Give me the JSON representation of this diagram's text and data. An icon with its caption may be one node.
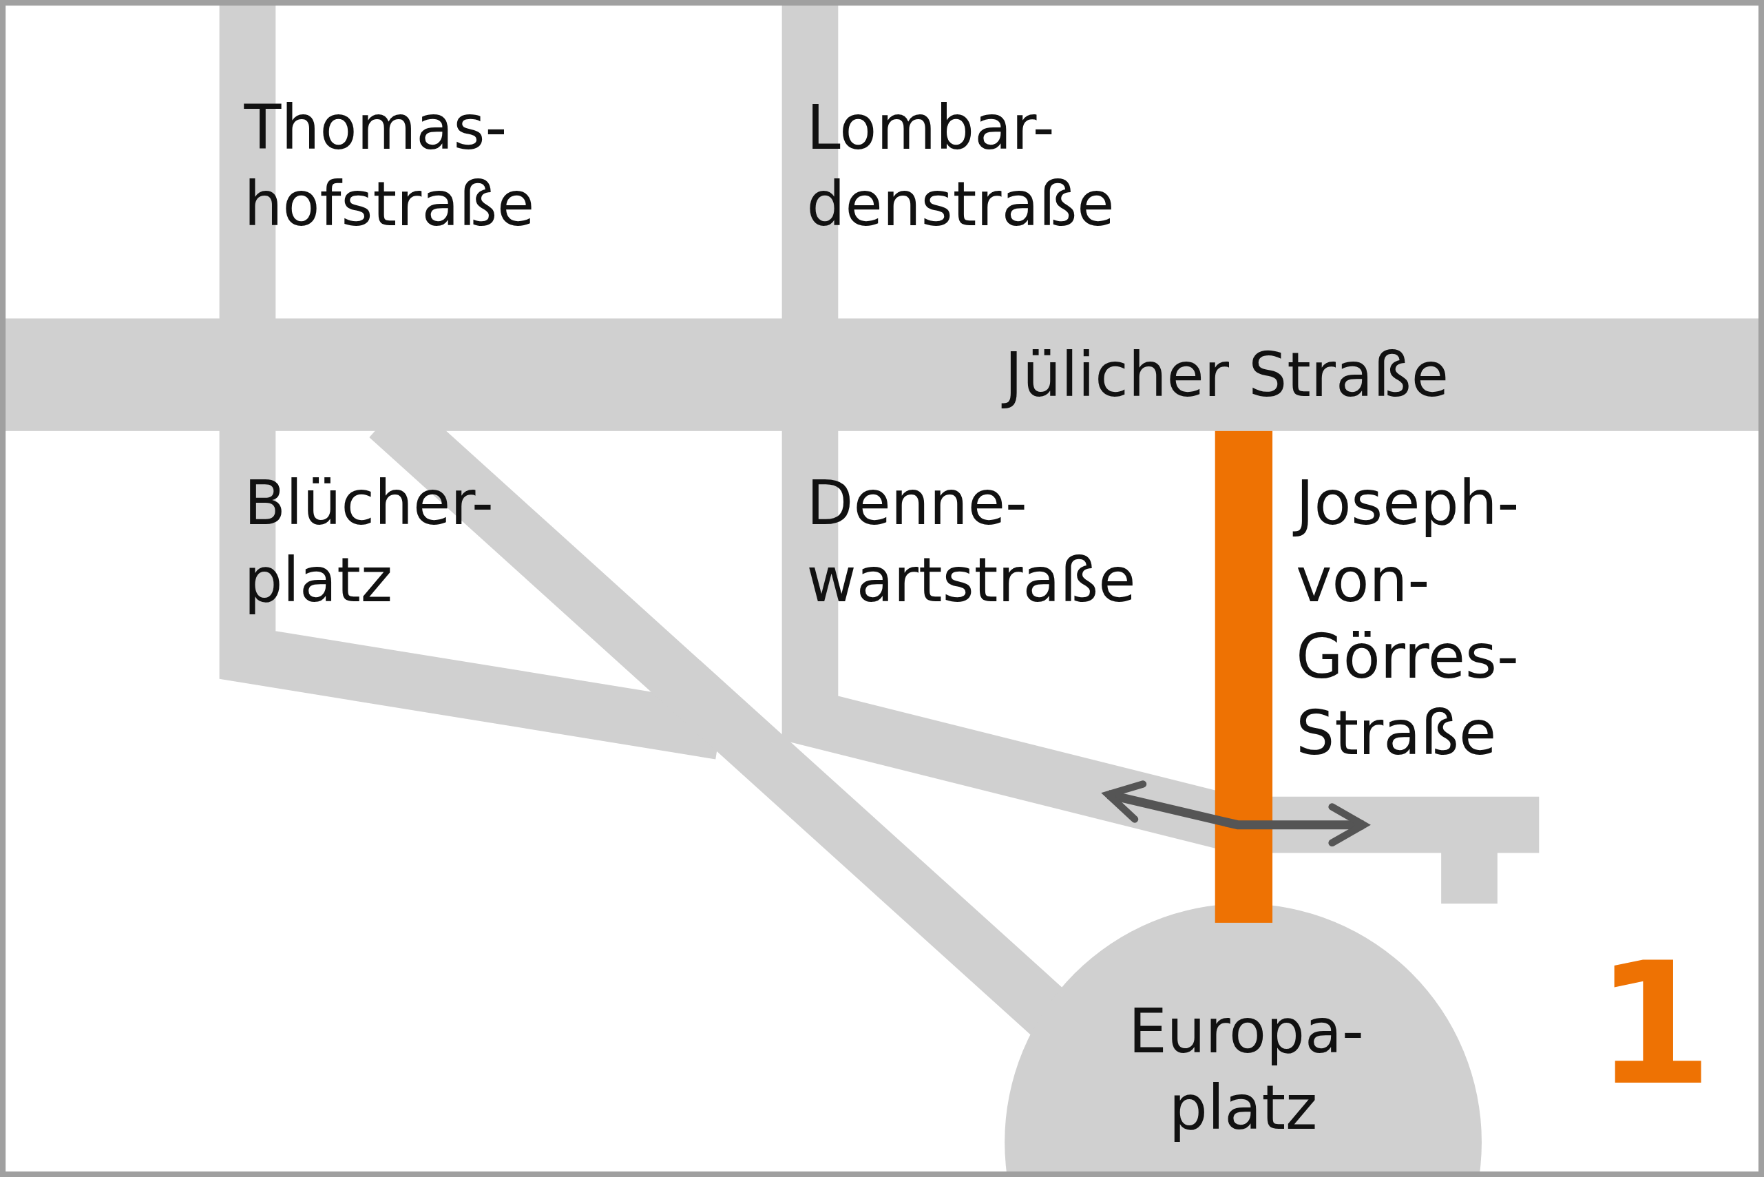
{
  "diagram": {
    "nodes": [
      {
        "text": [
          "Jülicher Straße"
        ]
      },
      {
        "text": [
          "Europa- platz"
        ]
      }
    ],
    "labels": [
      "Thomas- hofstraße",
      "Lombar- denstraße",
      "Blücher- platz",
      "Denne- wartstraße",
      "Joseph- von- Görres- Straße",
      "1"
    ]
  }
}
